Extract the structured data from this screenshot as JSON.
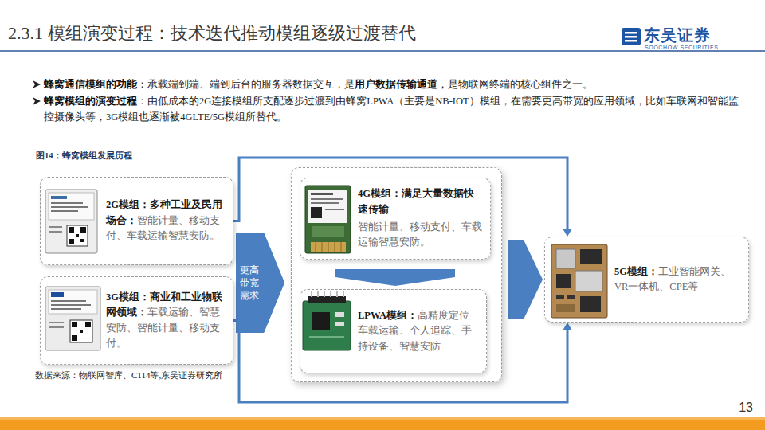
{
  "diagram": {
    "title": "2.3.1 模组演变过程：技术迭代推动模组逐级过渡替代",
    "caption": "图14：蜂窝模组发展历程",
    "nodes": [
      {
        "text": [
          "2G模组：多种工业及民用场合：",
          "智能计量、移动支付、车载运输智慧安防。"
        ]
      },
      {
        "text": [
          "3G模组：商业和工业物联网领域：",
          "车载运输、智慧安防、智能计量、移动支付。"
        ]
      },
      {
        "text": []
      },
      {
        "text": [
          "4G模组：满足大量数据快速传输",
          "智能计量、移动支付、车载运输智慧安防。"
        ],
        "in": 2
      },
      {
        "text": [
          "LPWA模组：",
          "高精度定位车载运输、个人追踪、手持设备、智慧安防"
        ],
        "in": 2
      },
      {
        "text": [
          "5G模组：",
          "工业智能网关、VR一体机、CPE等"
        ]
      }
    ],
    "edges": [
      {
        "from": 0,
        "to": 2,
        "label": "更高带宽需求",
        "arrow": "to"
      },
      {
        "from": 1,
        "to": 2,
        "arrow": "to"
      },
      {
        "from": 3,
        "to": 4,
        "arrow": "to"
      },
      {
        "from": 2,
        "to": 5,
        "arrow": "to"
      },
      {
        "from": 0,
        "to": 5,
        "arrow": "to"
      },
      {
        "from": 1,
        "to": 5,
        "arrow": "to"
      }
    ],
    "labels": [
      "东吴证券",
      "SOOCHOW SECURITIES",
      "蜂窝通信模组的功能",
      "：承载端到端、端到后台的服务器数据交互，是",
      "用户数据传输通道",
      "，是物联网终端的核心组件之一。",
      "蜂窝模组的演变过程",
      "：由低成本的2G连接模组所支配逐步过渡到由蜂窝LPWA（主要是NB-IOT）模组，在需要更高带宽的应用领域，比如车联网和智能监控摄像头等，3G模组也逐渐被4GLTE/5G模组所替代。",
      "数据来源：物联网智库、C114等,东吴证券研究所",
      "13"
    ]
  }
}
